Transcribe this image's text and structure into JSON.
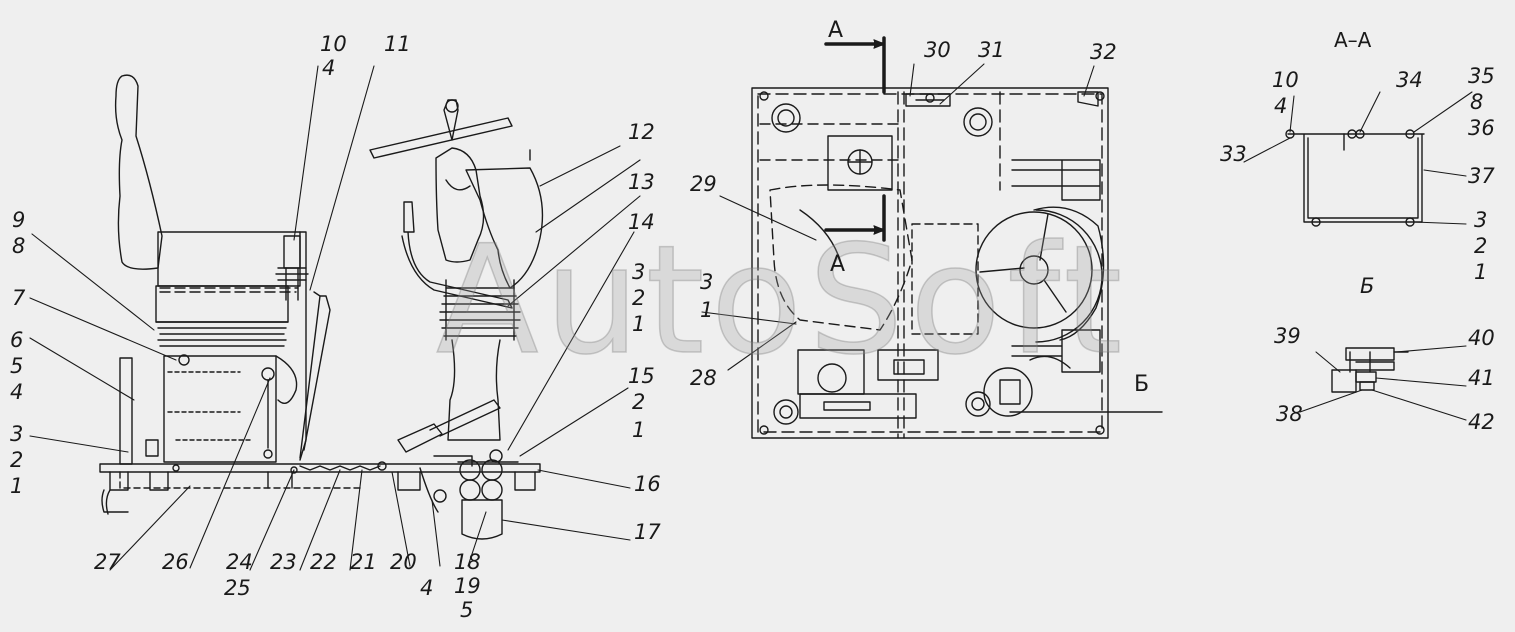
{
  "watermark": "AutoSoft",
  "section_marks": {
    "cut": "А",
    "view": "Б",
    "section_title": "А–А",
    "view_title": "Б"
  },
  "labels": {
    "l10a": "10",
    "l4a": "4",
    "l11": "11",
    "l9": "9",
    "l8a": "8",
    "l7": "7",
    "l6": "6",
    "l5a": "5",
    "l4b": "4",
    "l3a": "3",
    "l2a": "2",
    "l1a": "1",
    "l27": "27",
    "l26": "26",
    "l24": "24",
    "l25": "25",
    "l23": "23",
    "l22": "22",
    "l21": "21",
    "l20": "20",
    "l4c": "4",
    "l18": "18",
    "l19": "19",
    "l5b": "5",
    "l17": "17",
    "l16": "16",
    "l15": "15",
    "l2b": "2",
    "l1b": "1",
    "l3b": "3",
    "l2c": "2",
    "l1c": "1",
    "l14": "14",
    "l13": "13",
    "l12": "12",
    "l3c": "3",
    "l1d": "1",
    "l28": "28",
    "l29": "29",
    "l30": "30",
    "l31": "31",
    "l32": "32",
    "l10b": "10",
    "l4d": "4",
    "l34": "34",
    "l35": "35",
    "l8b": "8",
    "l36": "36",
    "l33": "33",
    "l37": "37",
    "l3d": "3",
    "l2d": "2",
    "l1e": "1",
    "l39": "39",
    "l40": "40",
    "l41": "41",
    "l38": "38",
    "l42": "42"
  }
}
